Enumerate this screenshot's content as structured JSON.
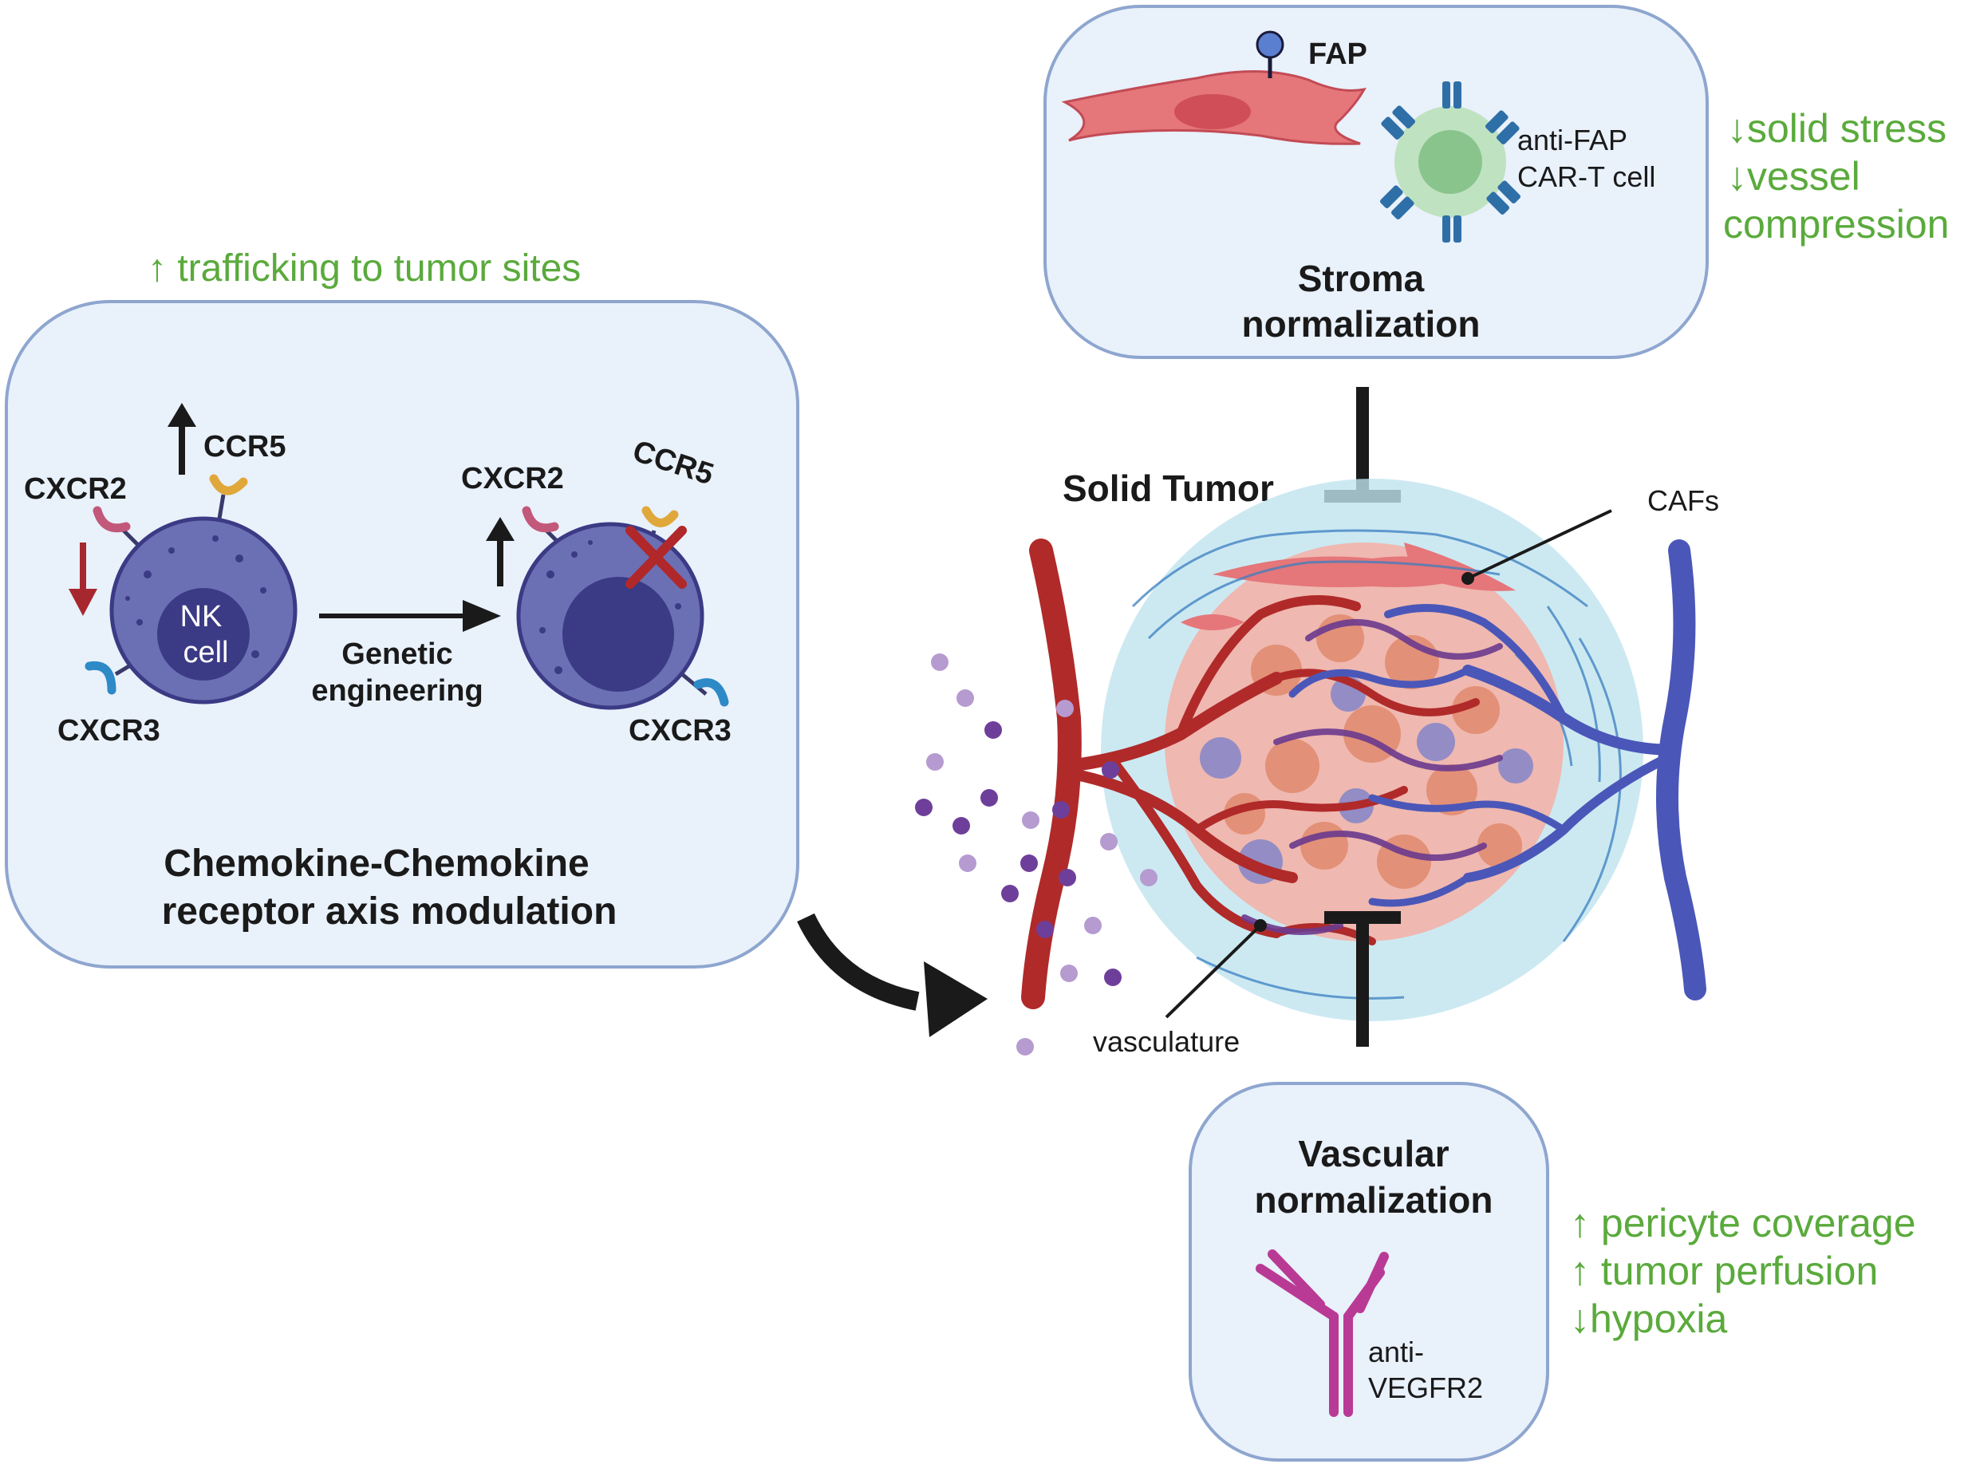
{
  "colors": {
    "panel_fill": "#e9f1fb",
    "panel_stroke": "#8ea6cf",
    "green_text": "#5aaa3c",
    "nk_cell": "#6b70b4",
    "nk_nucleus": "#3b3a85",
    "artery": "#b02a2a",
    "vein": "#4a57b8",
    "caf": "#e5767a",
    "car_t": "#9fd0a2",
    "antibody": "#b93a95"
  },
  "chemokine_panel": {
    "header": "↑ trafficking to tumor sites",
    "title_line1": "Chemokine-Chemokine",
    "title_line2": "receptor axis modulation",
    "left_cell": {
      "label_line1": "NK",
      "label_line2": "cell",
      "cxcr2": "CXCR2",
      "ccr5": "CCR5",
      "cxcr3": "CXCR3"
    },
    "arrow_label_line1": "Genetic",
    "arrow_label_line2": "engineering",
    "right_cell": {
      "cxcr2": "CXCR2",
      "ccr5": "CCR5",
      "cxcr3": "CXCR3"
    }
  },
  "stroma_panel": {
    "fap": "FAP",
    "car_t_line1": "anti-FAP",
    "car_t_line2": "CAR-T cell",
    "title_line1": "Stroma",
    "title_line2": "normalization",
    "effects": [
      "↓solid stress",
      "↓vessel",
      "compression"
    ]
  },
  "tumor": {
    "title": "Solid Tumor",
    "cafs": "CAFs",
    "vasculature": "vasculature"
  },
  "vascular_panel": {
    "title_line1": "Vascular",
    "title_line2": "normalization",
    "antibody_line1": "anti-",
    "antibody_line2": "VEGFR2",
    "effects": [
      "↑ pericyte coverage",
      "↑ tumor perfusion",
      "↓hypoxia"
    ]
  }
}
